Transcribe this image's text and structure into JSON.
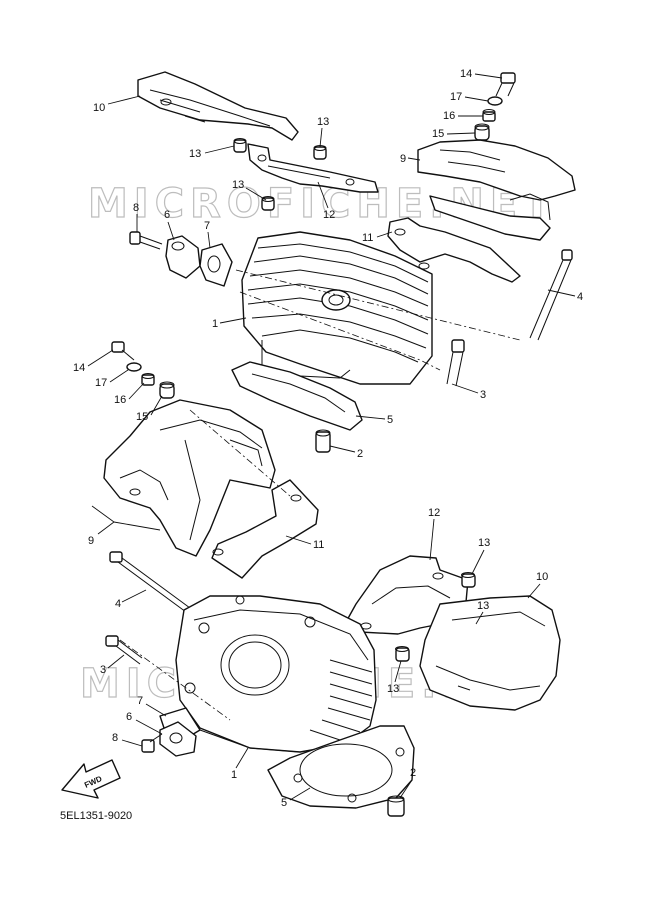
{
  "diagram_code": "5EL1351-9020",
  "watermark": "MICROFICHE.NET",
  "fwd_label": "FWD",
  "callouts": [
    {
      "id": "c10a",
      "label": "10"
    },
    {
      "id": "c13a",
      "label": "13"
    },
    {
      "id": "c13b",
      "label": "13"
    },
    {
      "id": "c13c",
      "label": "13"
    },
    {
      "id": "c12a",
      "label": "12"
    },
    {
      "id": "c8a",
      "label": "8"
    },
    {
      "id": "c6a",
      "label": "6"
    },
    {
      "id": "c7a",
      "label": "7"
    },
    {
      "id": "c14a",
      "label": "14"
    },
    {
      "id": "c17a",
      "label": "17"
    },
    {
      "id": "c16a",
      "label": "16"
    },
    {
      "id": "c15a",
      "label": "15"
    },
    {
      "id": "c9a",
      "label": "9"
    },
    {
      "id": "c11a",
      "label": "11"
    },
    {
      "id": "c4a",
      "label": "4"
    },
    {
      "id": "c1a",
      "label": "1"
    },
    {
      "id": "c3a",
      "label": "3"
    },
    {
      "id": "c5a",
      "label": "5"
    },
    {
      "id": "c2a",
      "label": "2"
    },
    {
      "id": "c14b",
      "label": "14"
    },
    {
      "id": "c17b",
      "label": "17"
    },
    {
      "id": "c16b",
      "label": "16"
    },
    {
      "id": "c15b",
      "label": "15"
    },
    {
      "id": "c9b",
      "label": "9"
    },
    {
      "id": "c11b",
      "label": "11"
    },
    {
      "id": "c12b",
      "label": "12"
    },
    {
      "id": "c13d",
      "label": "13"
    },
    {
      "id": "c10b",
      "label": "10"
    },
    {
      "id": "c13e",
      "label": "13"
    },
    {
      "id": "c13f",
      "label": "13"
    },
    {
      "id": "c4b",
      "label": "4"
    },
    {
      "id": "c3b",
      "label": "3"
    },
    {
      "id": "c7b",
      "label": "7"
    },
    {
      "id": "c6b",
      "label": "6"
    },
    {
      "id": "c8b",
      "label": "8"
    },
    {
      "id": "c1b",
      "label": "1"
    },
    {
      "id": "c2b",
      "label": "2"
    },
    {
      "id": "c5b",
      "label": "5"
    }
  ]
}
